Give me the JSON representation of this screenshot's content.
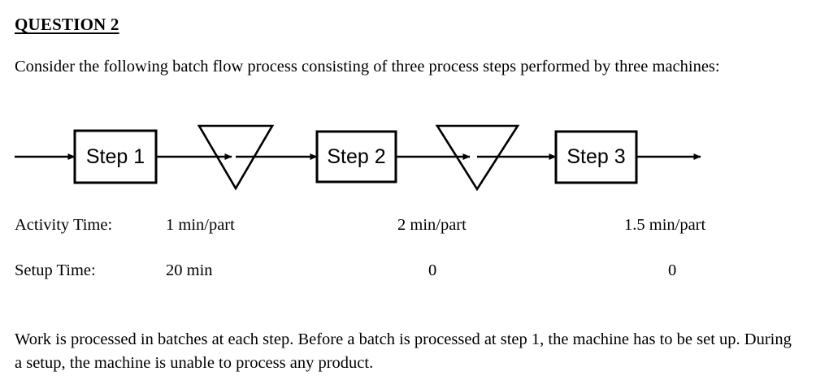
{
  "document": {
    "title": "QUESTION 2",
    "intro_paragraph": "Consider the following batch flow process consisting of three process steps performed by three machines:",
    "closing_paragraph": "Work is processed in batches at each step.  Before a batch is processed at step 1, the machine has to be set up.  During a setup, the machine is unable to process any product."
  },
  "diagram": {
    "steps": [
      {
        "label": "Step 1"
      },
      {
        "label": "Step 2"
      },
      {
        "label": "Step 3"
      }
    ],
    "buffers": [
      {
        "name": "inventory-triangle-1"
      },
      {
        "name": "inventory-triangle-2"
      }
    ],
    "line_color": "#000000"
  },
  "table": {
    "row_labels": {
      "activity": "Activity Time:",
      "setup": "Setup Time:"
    },
    "activity_times": [
      "1 min/part",
      "2 min/part",
      "1.5 min/part"
    ],
    "setup_times": [
      "20 min",
      "0",
      "0"
    ]
  }
}
